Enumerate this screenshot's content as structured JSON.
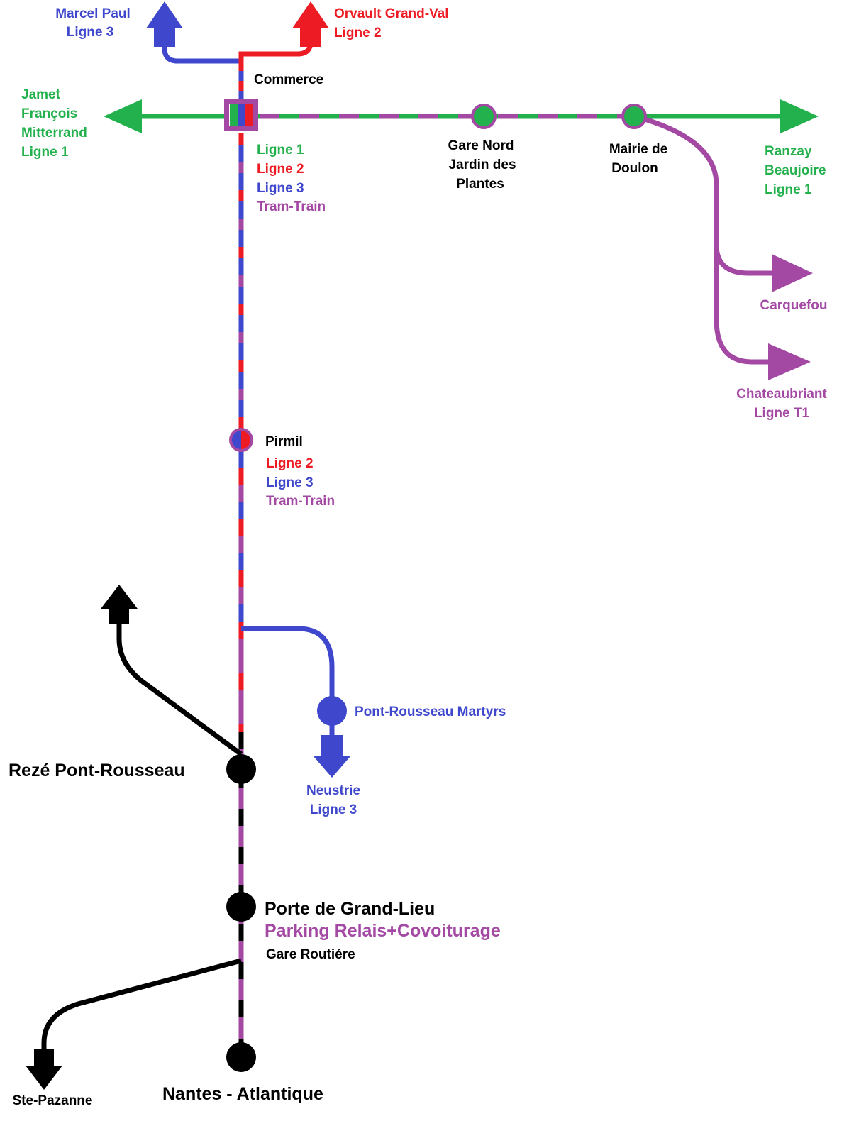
{
  "colors": {
    "ligne1": "#23b14d",
    "ligne2": "#ed1c24",
    "ligne3": "#3f48cc",
    "tramtrain": "#a349a4",
    "rail": "#000000",
    "station_text": "#000000"
  },
  "termini": {
    "marcel_paul": [
      "Marcel Paul",
      "Ligne 3"
    ],
    "orvault": [
      "Orvault Grand-Val",
      "Ligne 2"
    ],
    "jamet": [
      "Jamet",
      "François",
      "Mitterrand",
      "Ligne 1"
    ],
    "ranzay": [
      "Ranzay",
      "Beaujoire",
      "Ligne 1"
    ],
    "carquefou": [
      "Carquefou"
    ],
    "chateaubriant": [
      "Chateaubriant",
      "Ligne T1"
    ],
    "neustrie": [
      "Neustrie",
      "Ligne 3"
    ],
    "ste_pazanne": [
      "Ste-Pazanne"
    ]
  },
  "stations": {
    "commerce": "Commerce",
    "commerce_lines": [
      "Ligne 1",
      "Ligne 2",
      "Ligne 3",
      "Tram-Train"
    ],
    "gare_nord": [
      "Gare Nord",
      "Jardin des",
      "Plantes"
    ],
    "mairie_doulon": [
      "Mairie de",
      "Doulon"
    ],
    "pirmil": "Pirmil",
    "pirmil_lines": [
      "Ligne 2",
      "Ligne 3",
      "Tram-Train"
    ],
    "pont_rousseau_martyrs": "Pont-Rousseau Martyrs",
    "reze_pont_rousseau": "Rezé Pont-Rousseau",
    "porte_grand_lieu": "Porte de Grand-Lieu",
    "parking_relais": "Parking Relais+Covoiturage",
    "gare_routiere": "Gare Routiére",
    "nantes_atlantique": "Nantes - Atlantique"
  }
}
